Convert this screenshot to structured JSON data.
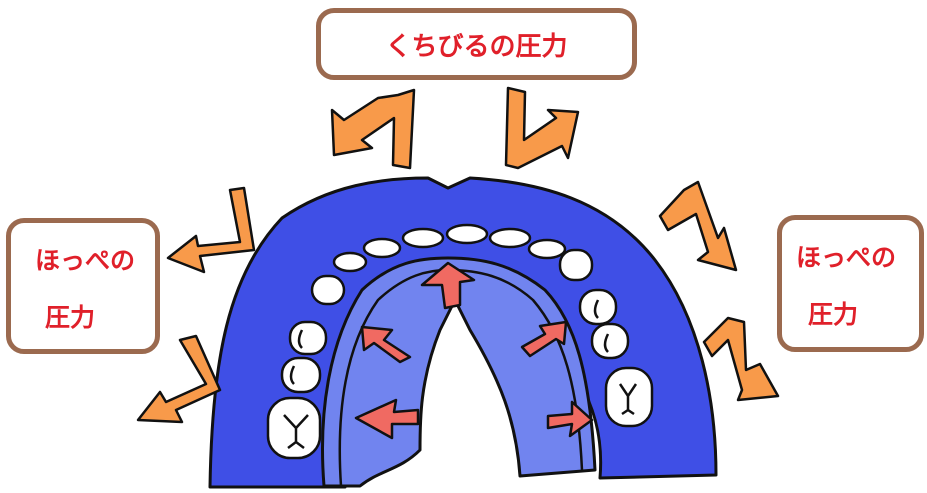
{
  "labels": {
    "lips": "くちびるの圧力",
    "cheek_left": {
      "line1": "ほっぺの",
      "line2": "圧力"
    },
    "cheek_right": {
      "line1": "ほっぺの",
      "line2": "圧力"
    }
  },
  "colors": {
    "label_text": "#e0202a",
    "label_border": "#9b6a4f",
    "arch_outer": "#3f4fe6",
    "arch_inner": "#7184ef",
    "outward_arrow": "#f89a4a",
    "inward_arrow": "#f06a62",
    "tooth": "#ffffff"
  },
  "icons": {
    "outward_arrows": "orange-zigzag-arrow",
    "inward_arrows": "red-arrow",
    "teeth": "tooth-shape"
  }
}
